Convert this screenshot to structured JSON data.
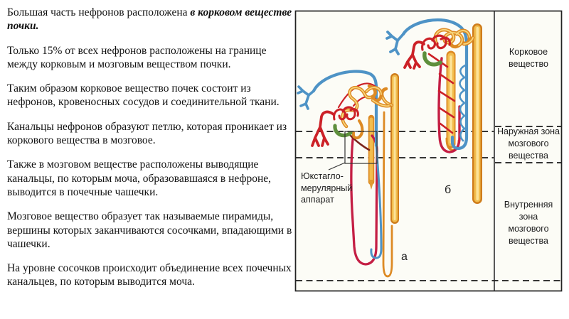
{
  "slide": {
    "paragraphs": [
      {
        "normal": "Большая часть нефронов расположена ",
        "emphasis": "в корковом веществе почки."
      },
      {
        "text": "Только 15% от всех нефронов расположены на границе между корковым и мозговым веществом почки."
      },
      {
        "text": "Таким образом корковое вещество почек состоит из нефронов, кровеносных сосудов и соединительной ткани."
      },
      {
        "text": "Канальцы нефронов образуют петлю, которая проникает из коркового вещества в мозговое."
      },
      {
        "text": "Также в мозговом веществе расположены выводящие канальцы, по которым моча, образовавшаяся в нефроне, выводится в почечные чашечки."
      },
      {
        "text": "Мозговое вещество образует так называемые пирамиды, вершины которых заканчиваются сосочками, впадающими в чашечки."
      },
      {
        "text": "На уровне сосочков происходит объединение всех почечных канальцев, по которым выводится моча."
      }
    ]
  },
  "diagram": {
    "zone_labels": {
      "cortex": {
        "lines": [
          "Корковое",
          "вещество"
        ]
      },
      "outer_medulla": {
        "lines": [
          "Наружная зона",
          "мозгового",
          "вещества"
        ]
      },
      "inner_medulla": {
        "lines": [
          "Внутренняя",
          "зона",
          "мозгового",
          "вещества"
        ]
      }
    },
    "callout": {
      "lines": [
        "Юкстагло-",
        "мерулярный",
        "аппарат"
      ]
    },
    "panel_letters": {
      "a": "а",
      "b": "б"
    },
    "colors": {
      "artery_red": "#cc2127",
      "vasa_recta_crimson": "#c41e44",
      "vein_blue": "#4e93c6",
      "tubule_orange": "#dd8a24",
      "tubule_fill": "#f2bd4e",
      "duct_highlight": "#fce39a",
      "jg_green": "#5e8f3c",
      "line_black": "#222222",
      "diagram_bg": "#fcfcf6"
    }
  }
}
